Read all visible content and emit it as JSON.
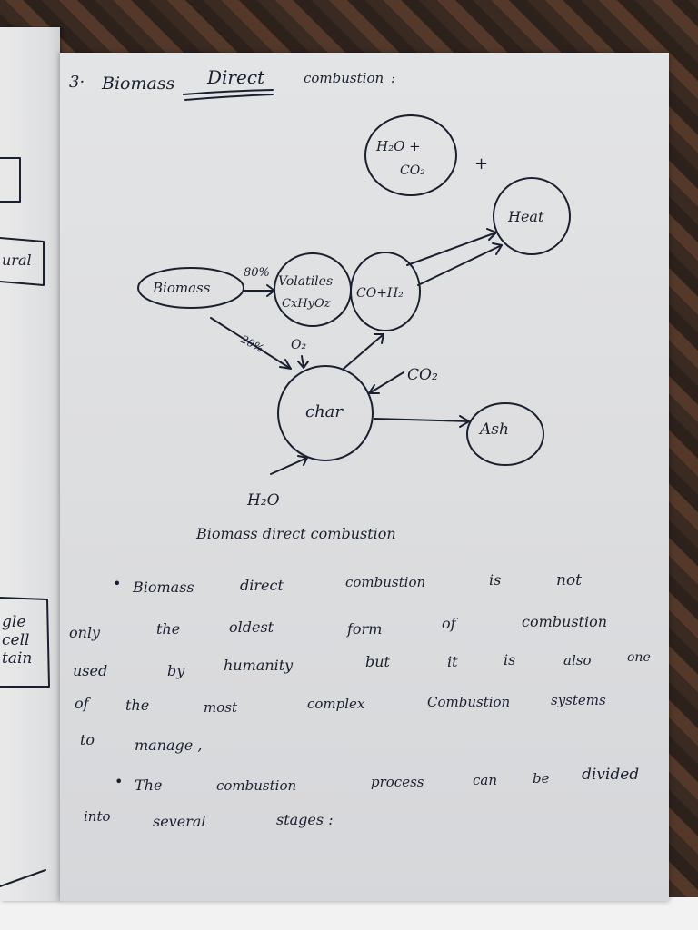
{
  "heading": {
    "number": "3·",
    "biomass_word": "Biomass",
    "direct_word": "Direct",
    "combustion_word": "combustion",
    "colon": ":"
  },
  "diagram": {
    "nodes": {
      "h2o_co2_line1": "H₂O +",
      "h2o_co2_line2": "CO₂",
      "plus": "+",
      "heat": "Heat",
      "biomass": "Biomass",
      "volatiles_line1": "Volatiles",
      "volatiles_line2": "CxHyOz",
      "co_h2": "CO+H₂",
      "char": "char",
      "ash": "Ash"
    },
    "labels": {
      "pct_80": "80%",
      "pct_20": "20%",
      "o2": "O₂",
      "co2": "CO₂",
      "h2o": "H₂O"
    },
    "caption": "Biomass direct combustion"
  },
  "notes": [
    [
      "•",
      "Biomass",
      "direct",
      "combustion",
      "is",
      "not"
    ],
    [
      "only",
      "the",
      "oldest",
      "form",
      "of",
      "combustion"
    ],
    [
      "used",
      "by",
      "humanity",
      "but",
      "it",
      "is",
      "also",
      "one"
    ],
    [
      "of",
      "the",
      "most",
      "complex",
      "Combustion",
      "systems"
    ],
    [
      "to",
      "manage ,"
    ],
    [
      "•",
      "The",
      "combustion",
      "process",
      "can",
      "be",
      "divided"
    ],
    [
      "into",
      "several",
      "stages :"
    ]
  ],
  "left_page": {
    "fragment_1": "ural",
    "fragment_2": "gle",
    "fragment_3": "cell",
    "fragment_4": "tain"
  },
  "colors": {
    "ink": "#1b2030",
    "paper": "#dcdddf"
  }
}
